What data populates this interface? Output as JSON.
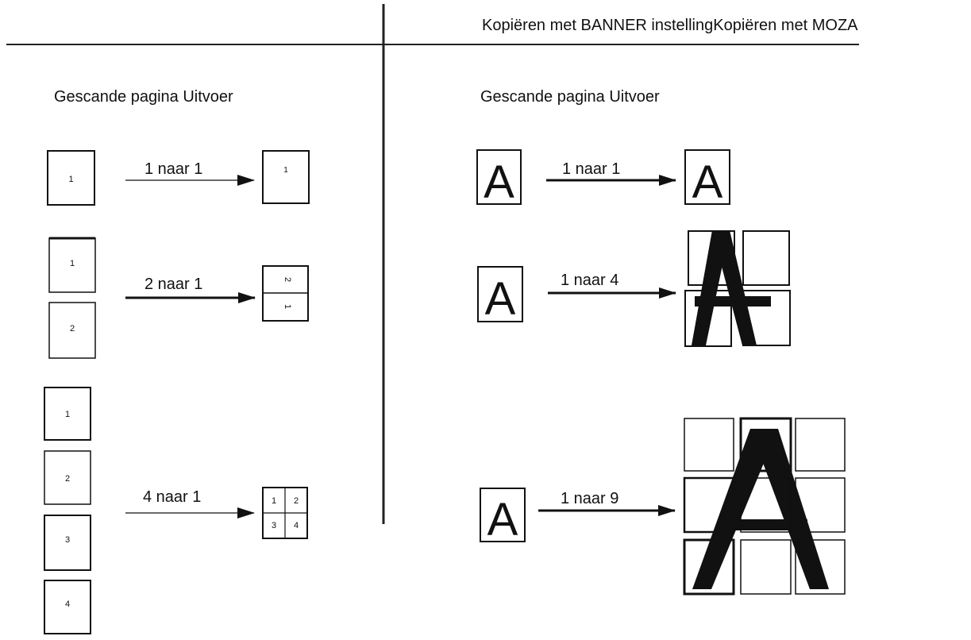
{
  "header": {
    "title": "Kopiëren met BANNER instellingKopiëren met MOZA"
  },
  "left_panel": {
    "column_header": "Gescande pagina Uitvoer",
    "rows": [
      {
        "label": "1 naar 1",
        "input_pages": [
          "1"
        ],
        "output_pages": [
          "1"
        ]
      },
      {
        "label": "2 naar 1",
        "input_pages": [
          "1",
          "2"
        ],
        "output_pages": [
          "2",
          "1"
        ]
      },
      {
        "label": "4 naar 1",
        "input_pages": [
          "1",
          "2",
          "3",
          "4"
        ],
        "output_pages": [
          "1",
          "2",
          "3",
          "4"
        ]
      }
    ]
  },
  "right_panel": {
    "column_header": "Gescande pagina Uitvoer",
    "letter": "A",
    "rows": [
      {
        "label": "1 naar 1"
      },
      {
        "label": "1 naar 4"
      },
      {
        "label": "1 naar 9"
      }
    ]
  }
}
